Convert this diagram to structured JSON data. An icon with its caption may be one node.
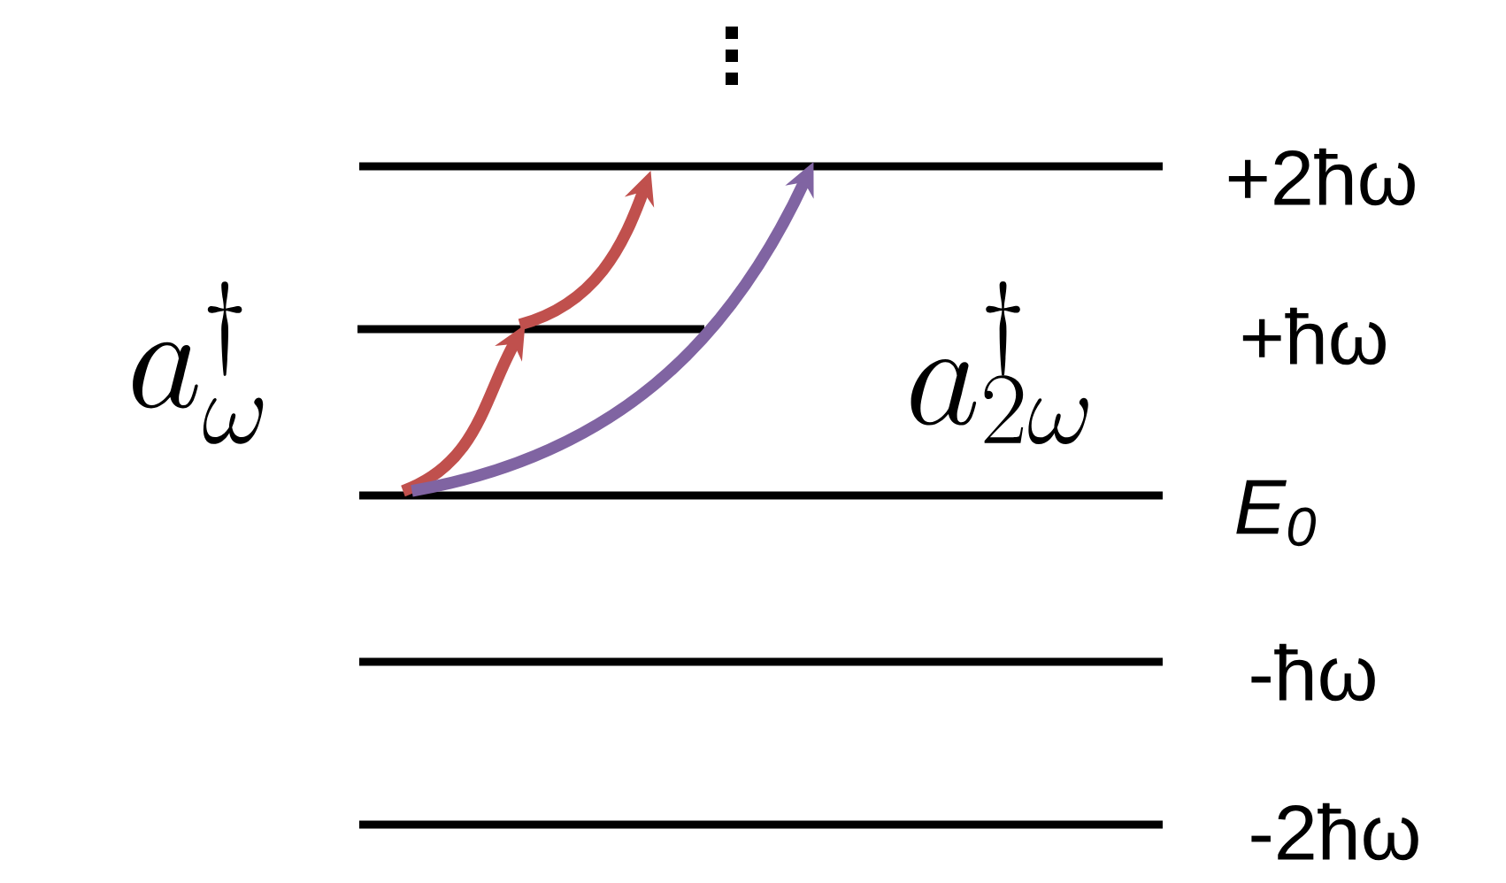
{
  "diagram": {
    "nodes": [
      {
        "text": [],
        "shape": "bar",
        "beside": [
          "+2ħω"
        ]
      },
      {
        "text": [],
        "shape": "bar"
      },
      {
        "text": [],
        "shape": "bar",
        "beside": [
          "E$_{0}$"
        ]
      },
      {
        "text": [],
        "shape": "bar",
        "beside": [
          "-ħω"
        ]
      },
      {
        "text": [],
        "shape": "bar",
        "beside": [
          "-2ħω"
        ]
      }
    ],
    "edges": [
      {
        "from": 2,
        "to": 1,
        "arrow": "to"
      },
      {
        "from": 1,
        "to": 0,
        "arrow": "to"
      },
      {
        "from": 2,
        "to": 0,
        "arrow": "to",
        "color": "#8064a2"
      }
    ],
    "labels": [
      "a^{\\dagger}_{\\omega}",
      "+ħω",
      "a^{\\dagger}_{2\\omega}"
    ]
  }
}
